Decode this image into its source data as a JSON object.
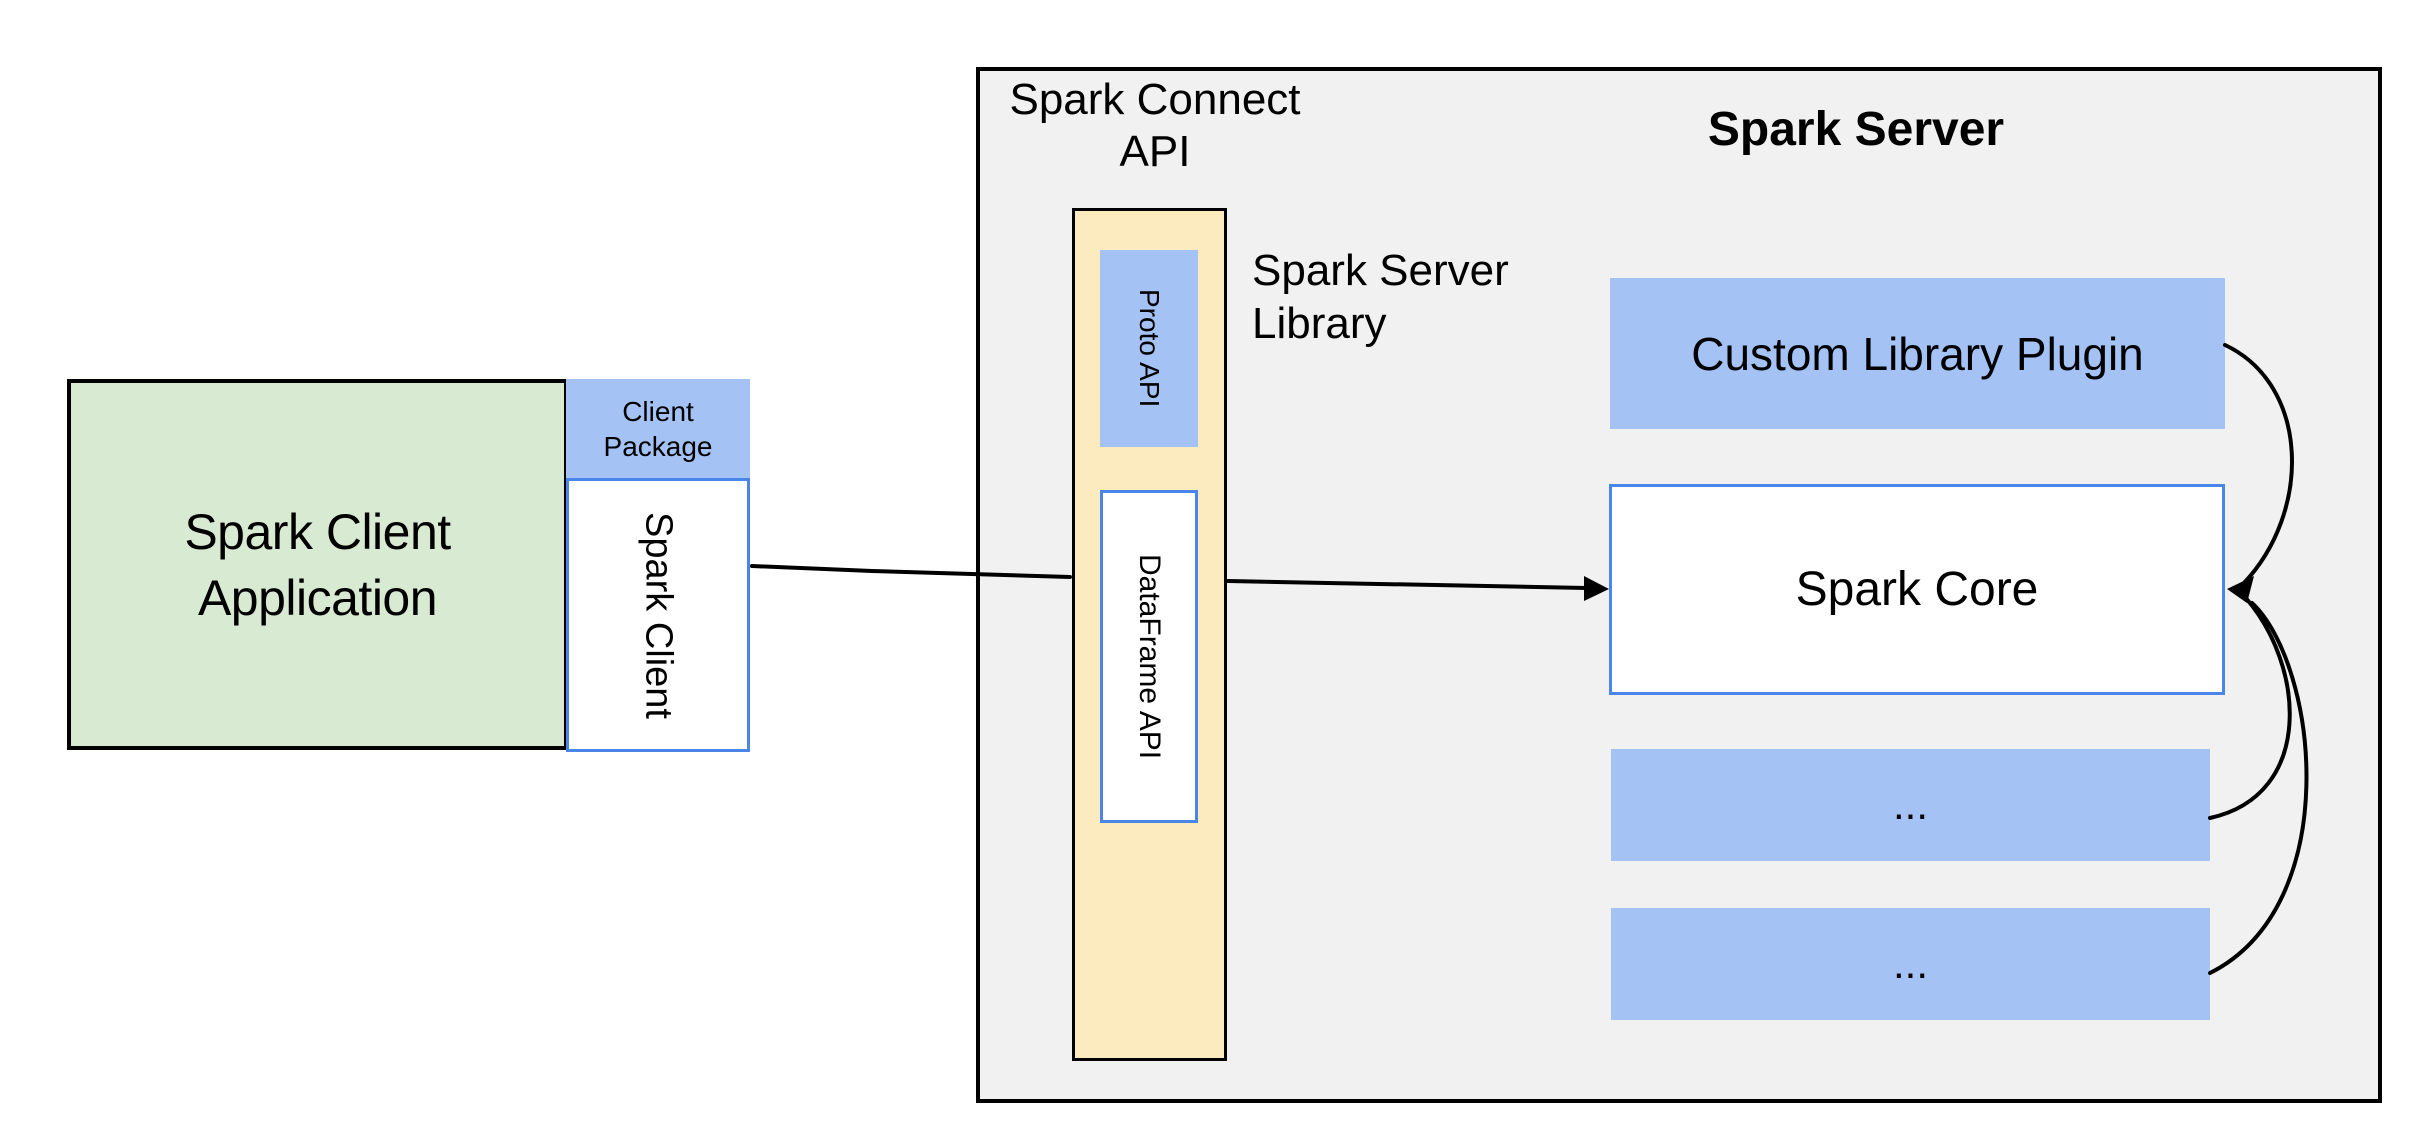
{
  "colors": {
    "green_fill": "#d9ead3",
    "blue_fill": "#a4c2f4",
    "blue_border": "#4a86e8",
    "yellow_fill": "#fcebbe",
    "gray_fill": "#f1f1f1",
    "ink": "#000000",
    "page_bg": "#ffffff"
  },
  "client": {
    "application_label": "Spark Client\nApplication",
    "package_label": "Client\nPackage",
    "spark_client_label": "Spark Client"
  },
  "connect_api": {
    "label": "Spark Connect\nAPI",
    "proto_api_label": "Proto API",
    "dataframe_api_label": "DataFrame API",
    "library_label": "Spark Server\nLibrary"
  },
  "server": {
    "title": "Spark Server",
    "plugin_label": "Custom Library Plugin",
    "core_label": "Spark Core",
    "more_plugins_1": "...",
    "more_plugins_2": "..."
  }
}
